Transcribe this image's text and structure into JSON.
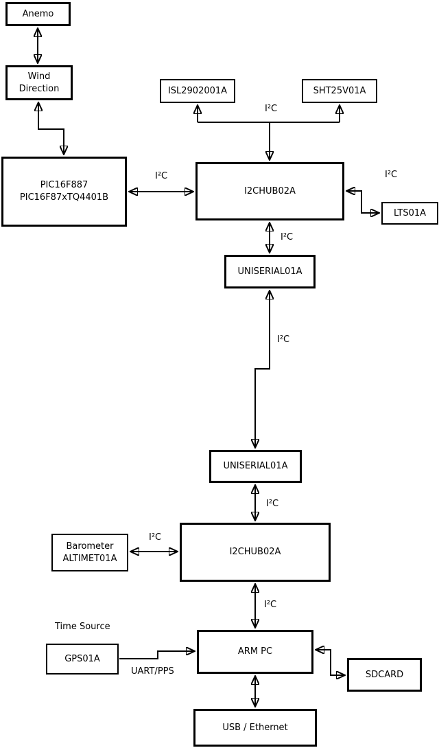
{
  "diagram": {
    "background_color": "#ffffff",
    "line_color": "#000000",
    "bus_label": "I²C",
    "nodes": {
      "anemo": {
        "label": "Anemo"
      },
      "wind_direction": {
        "lines": [
          "Wind",
          "Direction"
        ]
      },
      "pic": {
        "lines": [
          "PIC16F887",
          "PIC16F87xTQ4401B"
        ]
      },
      "isl": {
        "label": "ISL2902001A"
      },
      "sht": {
        "label": "SHT25V01A"
      },
      "i2chub_top": {
        "label": "I2CHUB02A"
      },
      "lts": {
        "label": "LTS01A"
      },
      "uniserial_top": {
        "label": "UNISERIAL01A"
      },
      "uniserial_bottom": {
        "label": "UNISERIAL01A"
      },
      "barometer": {
        "lines": [
          "Barometer",
          "ALTIMET01A"
        ]
      },
      "i2chub_bottom": {
        "label": "I2CHUB02A"
      },
      "gps": {
        "label": "GPS01A"
      },
      "arm_pc": {
        "label": "ARM PC"
      },
      "sdcard": {
        "label": "SDCARD"
      },
      "usb_ethernet": {
        "label": "USB / Ethernet"
      }
    },
    "annotations": {
      "time_source": "Time Source",
      "uart_pps": "UART/PPS"
    },
    "edges": [
      {
        "from": "Anemo",
        "to": "Wind Direction",
        "label": "",
        "bidirectional": true
      },
      {
        "from": "Wind Direction",
        "to": "PIC16F887",
        "label": "",
        "bidirectional": true
      },
      {
        "from": "PIC16F887",
        "to": "I2CHUB02A (top)",
        "label": "I²C",
        "bidirectional": true
      },
      {
        "from": "I2CHUB02A (top)",
        "to": "ISL2902001A",
        "label": "I²C",
        "bidirectional": false
      },
      {
        "from": "I2CHUB02A (top)",
        "to": "SHT25V01A",
        "label": "I²C",
        "bidirectional": false
      },
      {
        "from": "I2CHUB02A (top)",
        "to": "LTS01A",
        "label": "I²C",
        "bidirectional": false
      },
      {
        "from": "I2CHUB02A (top)",
        "to": "UNISERIAL01A (top)",
        "label": "I²C",
        "bidirectional": true
      },
      {
        "from": "UNISERIAL01A (top)",
        "to": "UNISERIAL01A (bottom)",
        "label": "I²C",
        "bidirectional": true
      },
      {
        "from": "UNISERIAL01A (bottom)",
        "to": "I2CHUB02A (bottom)",
        "label": "I²C",
        "bidirectional": true
      },
      {
        "from": "Barometer ALTIMET01A",
        "to": "I2CHUB02A (bottom)",
        "label": "I²C",
        "bidirectional": true
      },
      {
        "from": "I2CHUB02A (bottom)",
        "to": "ARM PC",
        "label": "I²C",
        "bidirectional": true
      },
      {
        "from": "GPS01A",
        "to": "ARM PC",
        "label": "UART/PPS",
        "bidirectional": false
      },
      {
        "from": "ARM PC",
        "to": "SDCARD",
        "label": "",
        "bidirectional": true
      },
      {
        "from": "ARM PC",
        "to": "USB / Ethernet",
        "label": "",
        "bidirectional": true
      }
    ]
  }
}
